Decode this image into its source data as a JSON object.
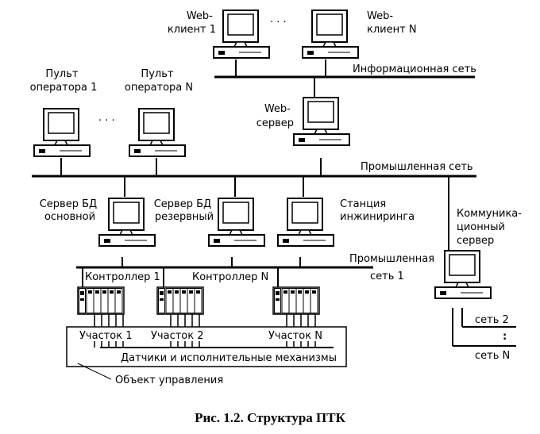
{
  "caption": "Рис. 1.2. Структура ПТК",
  "labels": {
    "web_client_1": [
      "Web-",
      "клиент 1"
    ],
    "web_client_n": [
      "Web-",
      "клиент N"
    ],
    "ellipsis": "· · ·",
    "info_net": "Информационная сеть",
    "operator_1": [
      "Пульт",
      "оператора 1"
    ],
    "operator_n": [
      "Пульт",
      "оператора N"
    ],
    "web_server": [
      "Web-",
      "сервер"
    ],
    "industrial_net": "Промышленная сеть",
    "db_main": [
      "Сервер БД",
      "основной"
    ],
    "db_reserve": [
      "Сервер БД",
      "резервный"
    ],
    "engineering": [
      "Станция",
      "инжиниринга"
    ],
    "comm_server": [
      "Коммуника-",
      "ционный",
      "сервер"
    ],
    "industrial_net_1": [
      "Промышленная",
      "сеть 1"
    ],
    "controller_1": "Контроллер 1",
    "controller_n": "Контроллер N",
    "net_2": "сеть 2",
    "net_n": "сеть N",
    "section_1": "Участок 1",
    "section_2": "Участок 2",
    "section_n": "Участок N",
    "sensors": "Датчики и исполнительные механизмы",
    "control_object": "Объект управления"
  }
}
